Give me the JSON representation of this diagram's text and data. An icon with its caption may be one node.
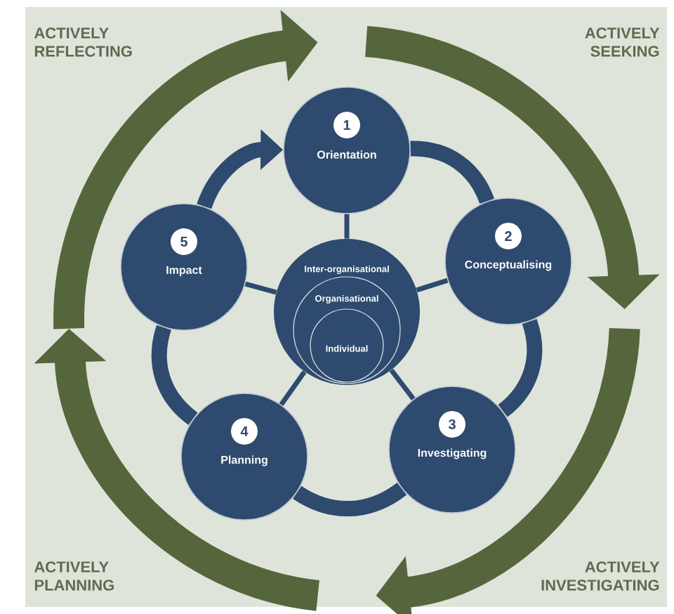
{
  "diagram": {
    "nodes": [
      {
        "text": [
          "1",
          "Orientation"
        ]
      },
      {
        "text": [
          "2",
          "Conceptualising"
        ]
      },
      {
        "text": [
          "3",
          "Investigating"
        ]
      },
      {
        "text": [
          "4",
          "Planning"
        ]
      },
      {
        "text": [
          "5",
          "Impact"
        ]
      },
      {
        "text": [
          "Inter-organisational"
        ]
      },
      {
        "text": [
          "Organisational"
        ],
        "in": 5
      },
      {
        "text": [
          "Individual"
        ],
        "in": 6
      }
    ],
    "edges": [
      {
        "from": 0,
        "to": 1,
        "arrow": "none",
        "style": "thick"
      },
      {
        "from": 1,
        "to": 2,
        "arrow": "none",
        "style": "thick"
      },
      {
        "from": 2,
        "to": 3,
        "arrow": "none",
        "style": "thick"
      },
      {
        "from": 3,
        "to": 4,
        "arrow": "none",
        "style": "thick"
      },
      {
        "from": 4,
        "to": 0,
        "arrow": "to",
        "style": "thick"
      },
      {
        "from": 5,
        "to": 0,
        "arrow": "none"
      },
      {
        "from": 5,
        "to": 1,
        "arrow": "none"
      },
      {
        "from": 5,
        "to": 2,
        "arrow": "none"
      },
      {
        "from": 5,
        "to": 3,
        "arrow": "none"
      },
      {
        "from": 5,
        "to": 4,
        "arrow": "none"
      }
    ],
    "labels": [
      "ACTIVELY REFLECTING",
      "ACTIVELY SEEKING",
      "ACTIVELY PLANNING",
      "ACTIVELY INVESTIGATING"
    ]
  }
}
